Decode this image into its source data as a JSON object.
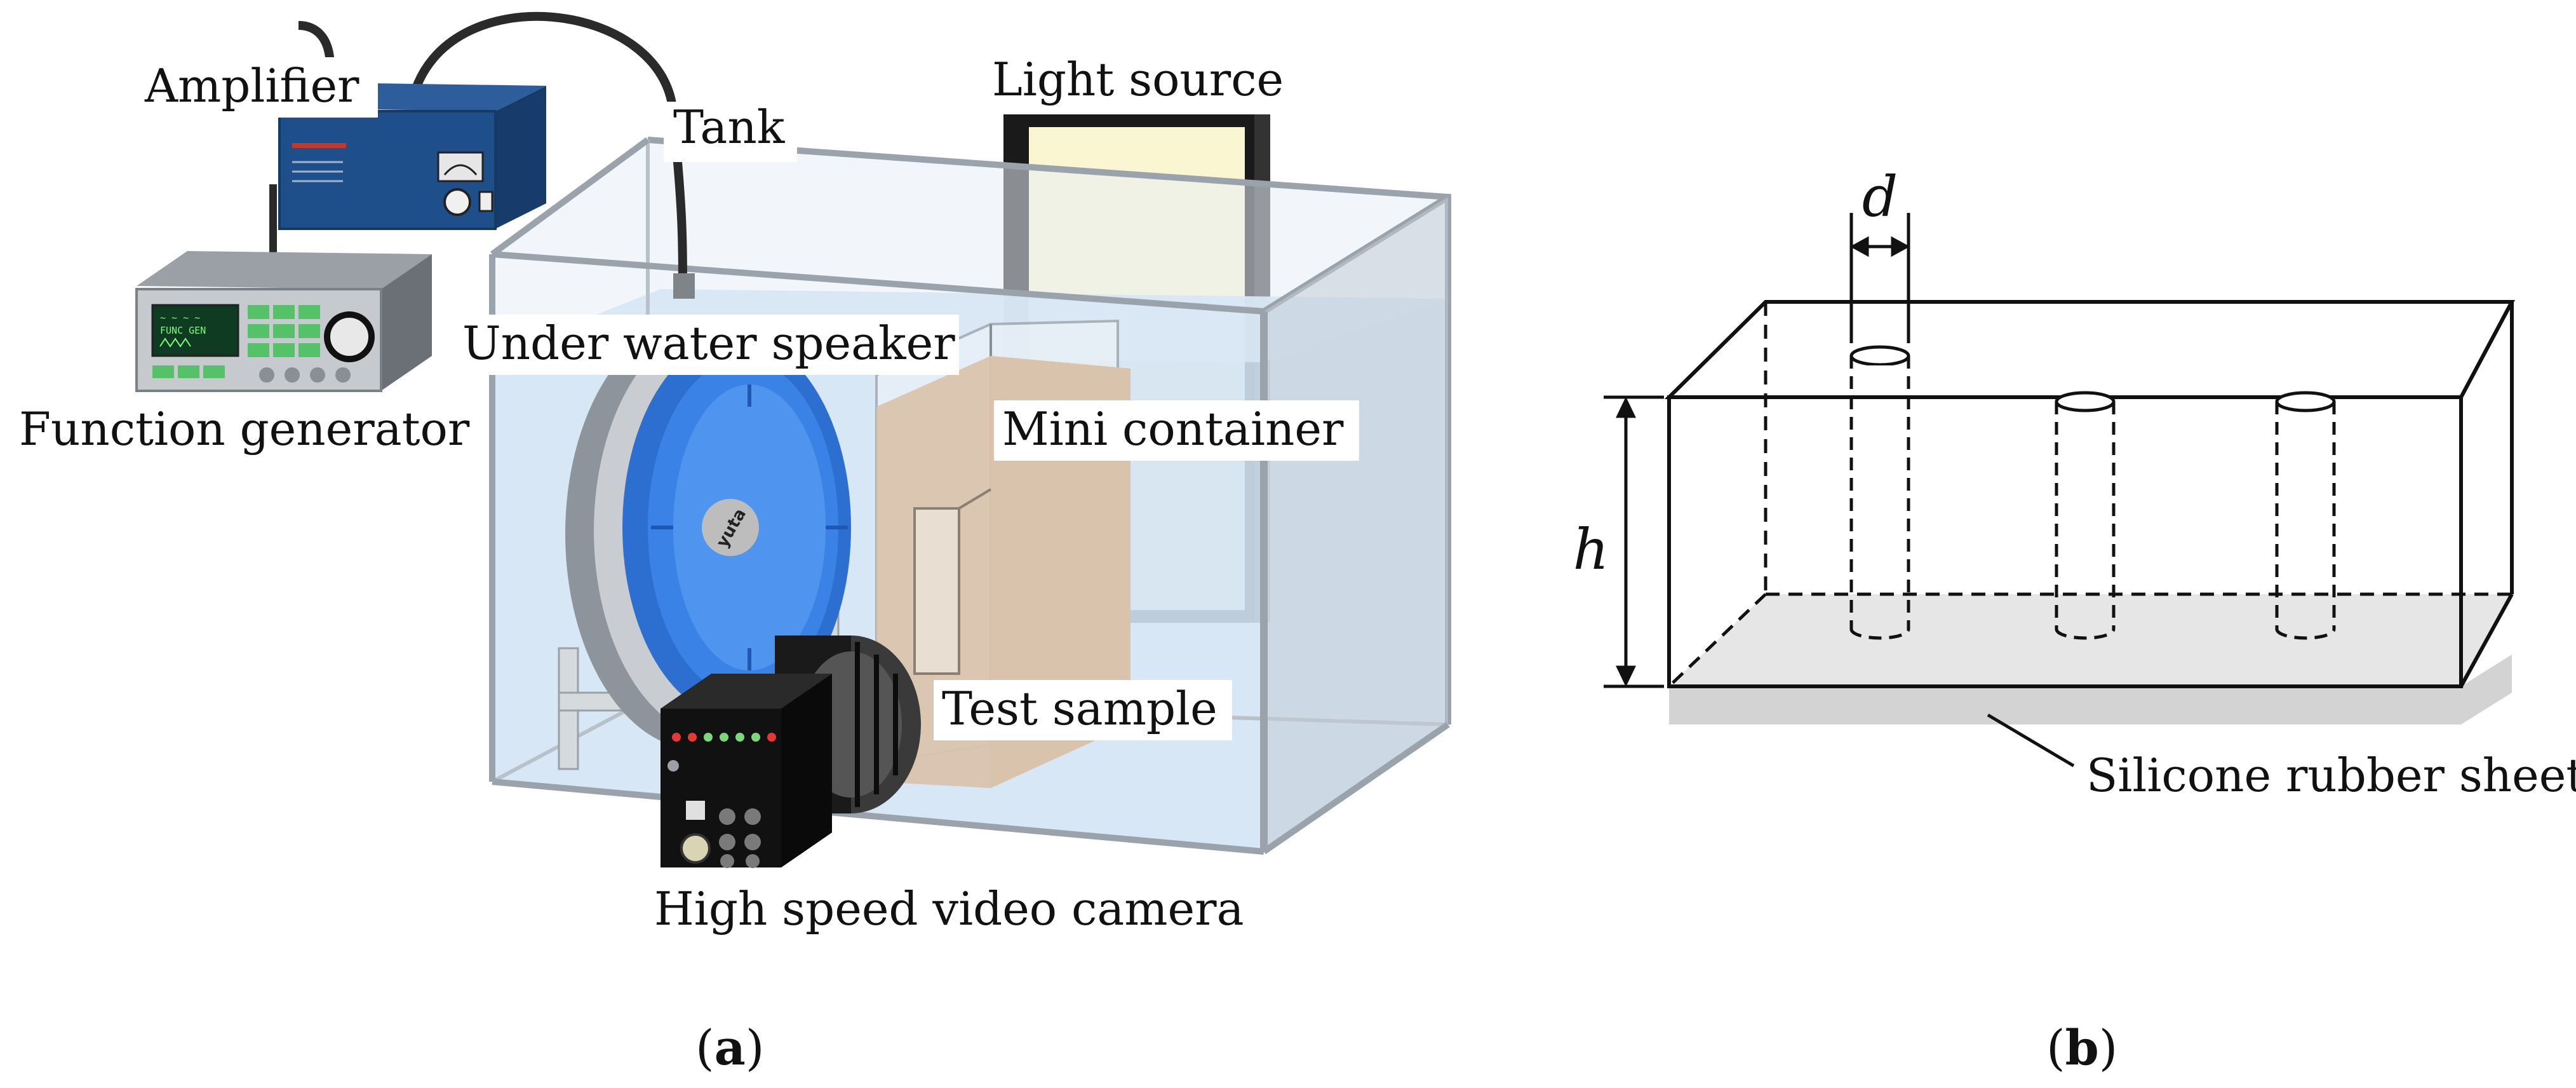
{
  "panel_a": {
    "labels": {
      "amplifier": "Amplifier",
      "tank": "Tank",
      "light_source": "Light source",
      "function_generator": "Function generator",
      "under_water_speaker": "Under water speaker",
      "mini_container": "Mini container",
      "test_sample": "Test sample",
      "high_speed_camera": "High speed video camera"
    },
    "speaker_logo": "yuta",
    "caption_letter": "a"
  },
  "panel_b": {
    "labels": {
      "d": "d",
      "h": "h",
      "silicone_rubber_sheet": "Silicone rubber sheet"
    },
    "caption_letter": "b"
  },
  "colors": {
    "water": "#cfe2f3",
    "tank_frame": "#9aa3ab",
    "speaker_blue": "#3b82e6",
    "light_panel": "#fbf6d2",
    "test_sample": "#d9c3ad",
    "amplifier_blue": "#1f4f8a",
    "camera_body": "#111111"
  }
}
